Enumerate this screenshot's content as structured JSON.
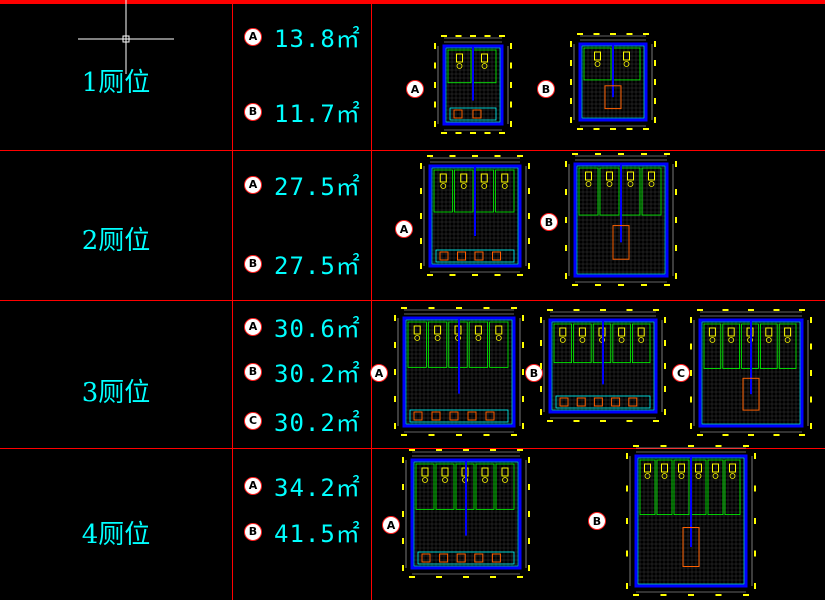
{
  "colors": {
    "grid": "#ff0000",
    "text": "#00ffff",
    "wall": "#0000ff",
    "cyan": "#00ffff",
    "yellow": "#ffff00",
    "green": "#00ff00",
    "dim": "#c8c8c8"
  },
  "rows": [
    {
      "label": "1厕位",
      "areas": [
        {
          "letter": "A",
          "value": "13.8㎡"
        },
        {
          "letter": "B",
          "value": "11.7㎡"
        }
      ]
    },
    {
      "label": "2厕位",
      "areas": [
        {
          "letter": "A",
          "value": "27.5㎡"
        },
        {
          "letter": "B",
          "value": "27.5㎡"
        }
      ]
    },
    {
      "label": "3厕位",
      "areas": [
        {
          "letter": "A",
          "value": "30.6㎡"
        },
        {
          "letter": "B",
          "value": "30.2㎡"
        },
        {
          "letter": "C",
          "value": "30.2㎡"
        }
      ]
    },
    {
      "label": "4厕位",
      "areas": [
        {
          "letter": "A",
          "value": "34.2㎡"
        },
        {
          "letter": "B",
          "value": "41.5㎡"
        }
      ]
    }
  ],
  "plans": [
    {
      "row": 0,
      "letter": "A"
    },
    {
      "row": 0,
      "letter": "B"
    },
    {
      "row": 1,
      "letter": "A"
    },
    {
      "row": 1,
      "letter": "B"
    },
    {
      "row": 2,
      "letter": "A"
    },
    {
      "row": 2,
      "letter": "B"
    },
    {
      "row": 2,
      "letter": "C"
    },
    {
      "row": 3,
      "letter": "A"
    },
    {
      "row": 3,
      "letter": "B"
    }
  ]
}
